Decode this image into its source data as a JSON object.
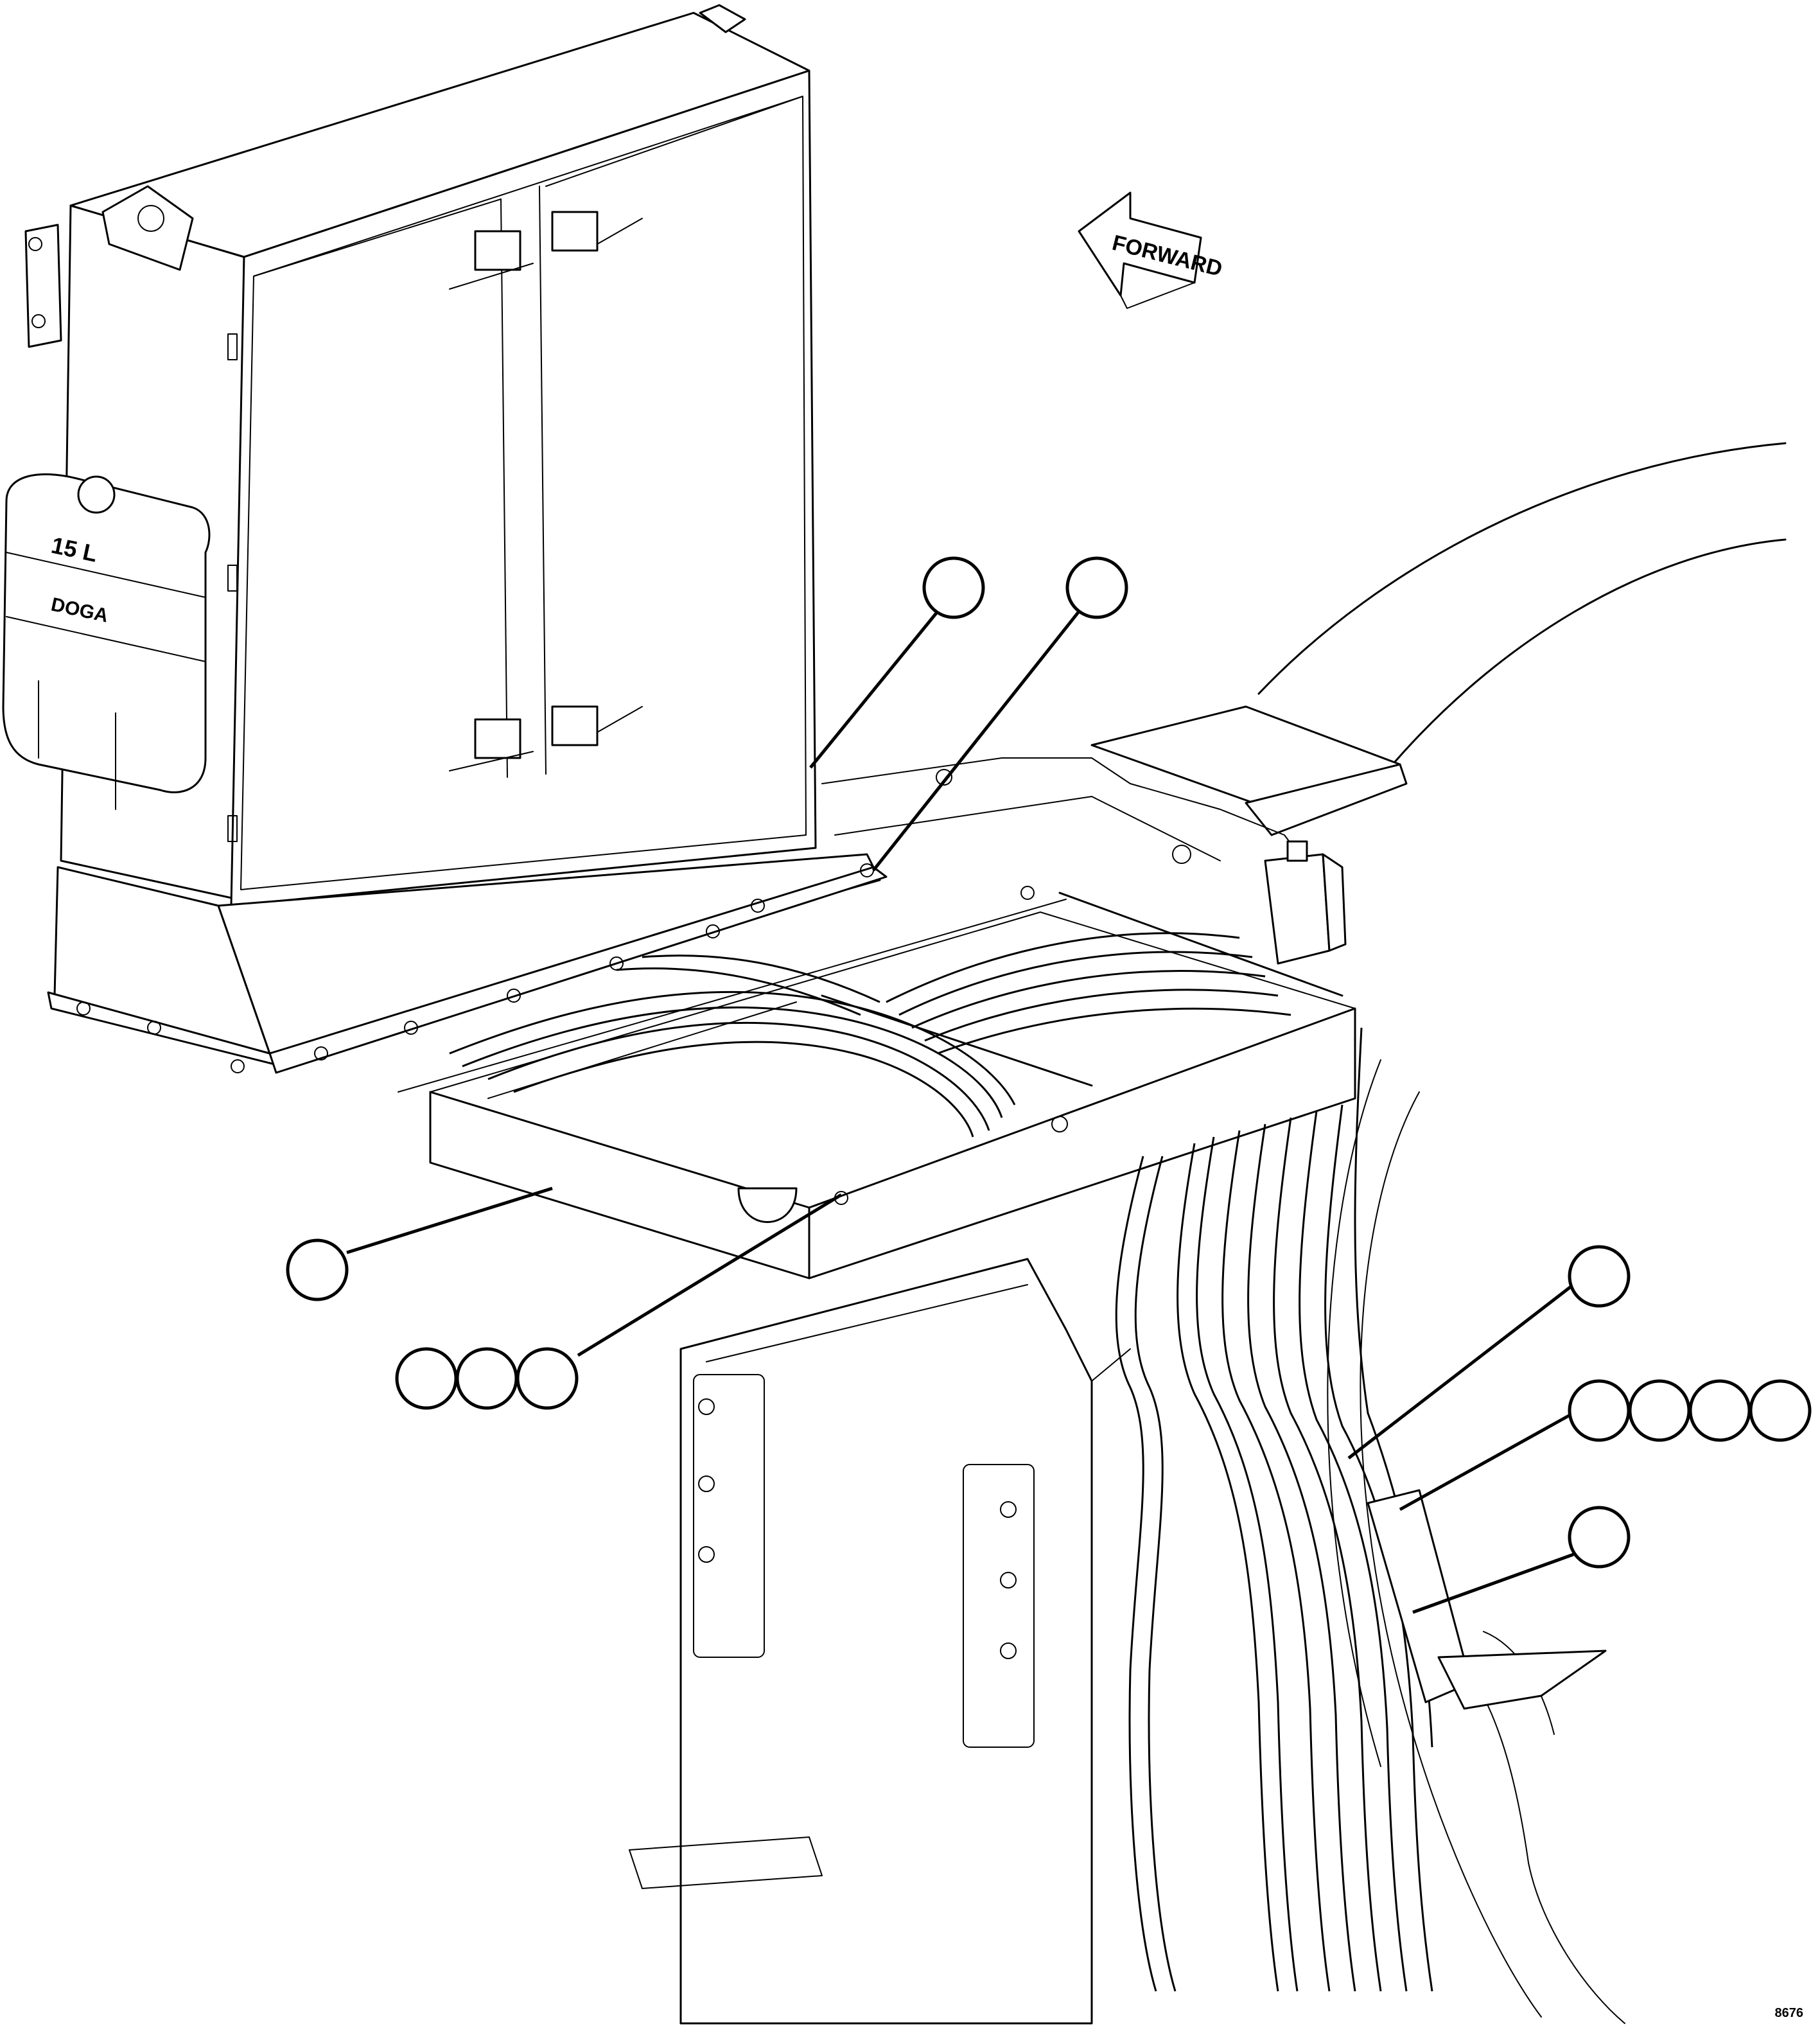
{
  "diagram": {
    "direction_arrow": {
      "label": "FORWARD",
      "icon": "arrow-left-icon"
    },
    "tank": {
      "capacity_label": "15 L",
      "brand_label": "DOGA"
    },
    "drawing_number": "8676",
    "callouts": [
      {
        "id": "callout-1",
        "label": ""
      },
      {
        "id": "callout-2",
        "label": ""
      },
      {
        "id": "callout-3",
        "label": ""
      },
      {
        "id": "callout-4",
        "label": ""
      },
      {
        "id": "callout-5",
        "label": ""
      },
      {
        "id": "callout-6",
        "label": ""
      },
      {
        "id": "callout-7",
        "label": ""
      },
      {
        "id": "callout-8",
        "label": ""
      },
      {
        "id": "callout-9",
        "label": ""
      },
      {
        "id": "callout-10",
        "label": ""
      },
      {
        "id": "callout-11",
        "label": ""
      },
      {
        "id": "callout-12",
        "label": ""
      },
      {
        "id": "callout-13",
        "label": ""
      }
    ]
  }
}
